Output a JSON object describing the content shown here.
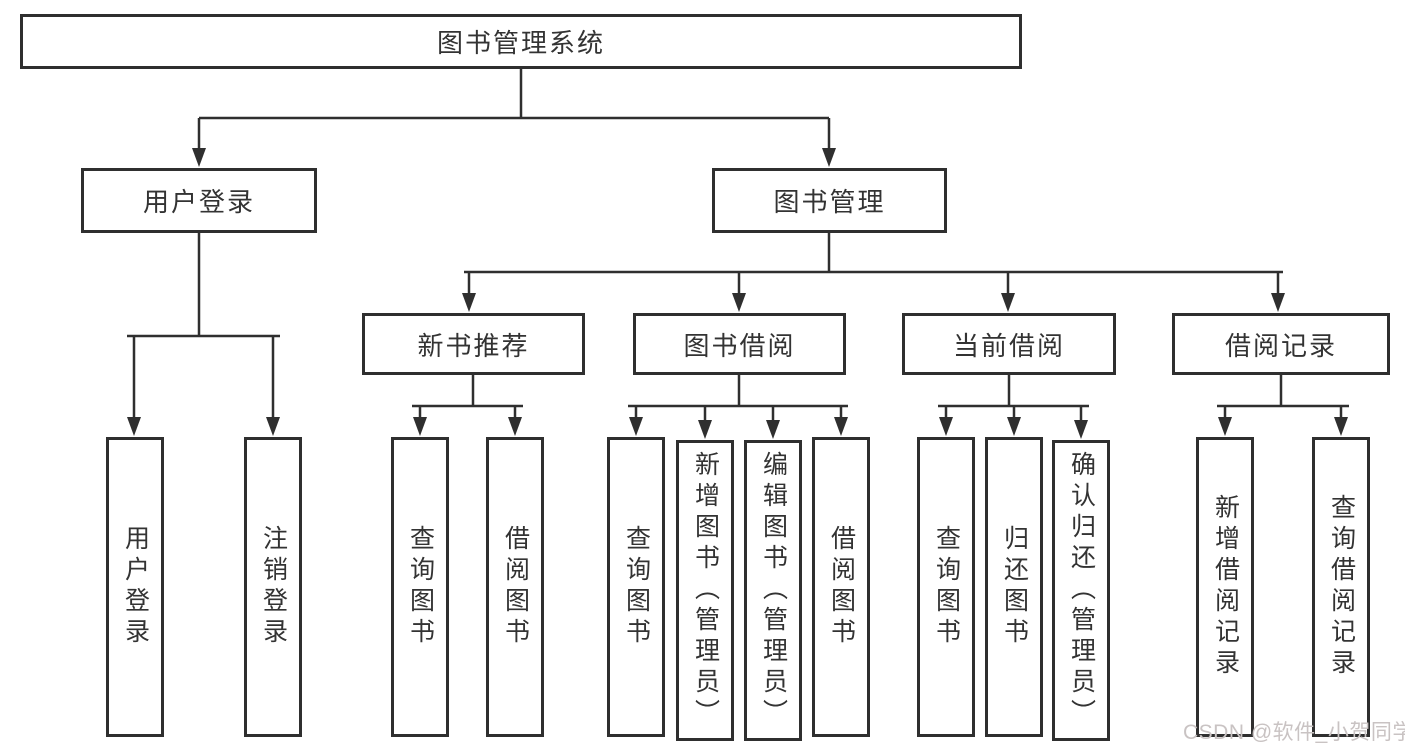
{
  "diagram": {
    "title": "图书管理系统",
    "level2": [
      "用户登录",
      "图书管理"
    ],
    "level3": [
      "新书推荐",
      "图书借阅",
      "当前借阅",
      "借阅记录"
    ],
    "leaves": {
      "user_login": [
        "用户登录",
        "注销登录"
      ],
      "new_book": [
        "查询图书",
        "借阅图书"
      ],
      "book_borrow": [
        "查询图书",
        "新增图书（管理员）",
        "编辑图书（管理员）",
        "借阅图书"
      ],
      "current_borrow": [
        "查询图书",
        "归还图书",
        "确认归还（管理员）"
      ],
      "borrow_record": [
        "新增借阅记录",
        "查询借阅记录"
      ]
    }
  },
  "watermark": "CSDN @软件_小贺同学",
  "colors": {
    "line": "#2f2f2f",
    "box_border": "#2f2f2f",
    "text": "#333333",
    "watermark_text": "#c9c3c3",
    "background": "#ffffff"
  }
}
